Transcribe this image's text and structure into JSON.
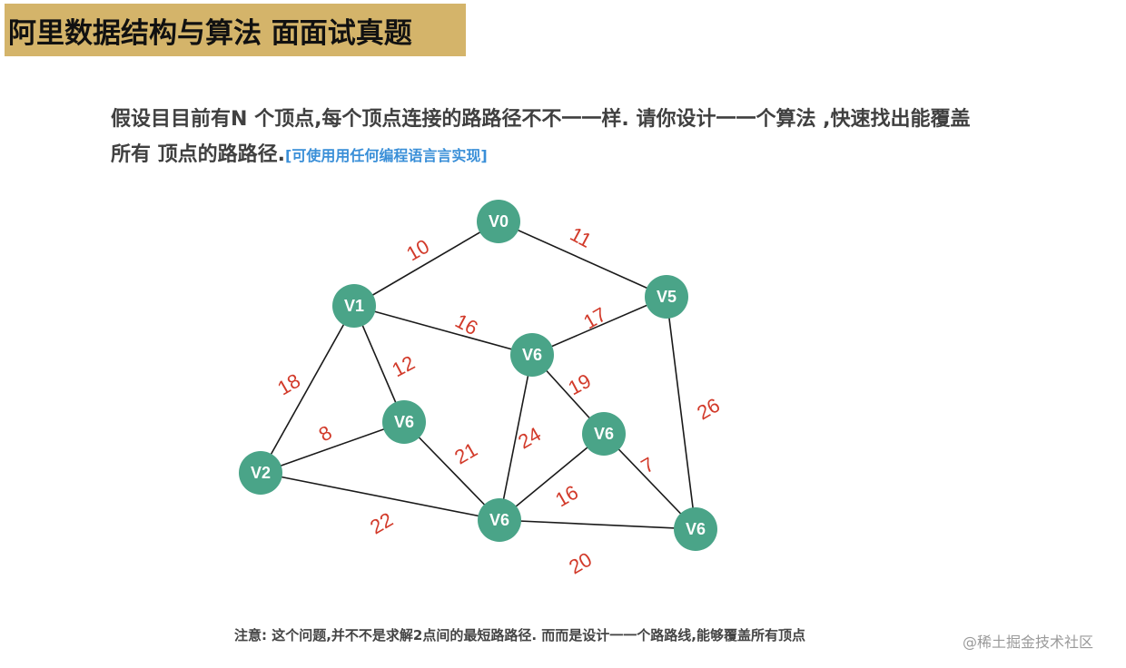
{
  "header": {
    "title": "阿里数据结构与算法 面面试真题"
  },
  "question": {
    "line1": "假设目目前有N 个顶点,每个顶点连接的路路径不不一一样. 请你设计一一个算法 ,快速找出能覆盖",
    "line2": "所有 顶点的路路径.",
    "line2_note": "[可使用用任何编程语言言实现]"
  },
  "graph": {
    "node_color": "#4aa488",
    "edge_color": "#1a1a1a",
    "weight_color": "#d23a2a",
    "nodes": [
      {
        "id": "n0",
        "label": "V0"
      },
      {
        "id": "n1",
        "label": "V1"
      },
      {
        "id": "n5",
        "label": "V5"
      },
      {
        "id": "n6a",
        "label": "V6"
      },
      {
        "id": "n6b",
        "label": "V6"
      },
      {
        "id": "n6c",
        "label": "V6"
      },
      {
        "id": "n2",
        "label": "V2"
      },
      {
        "id": "n6d",
        "label": "V6"
      },
      {
        "id": "n6e",
        "label": "V6"
      }
    ],
    "edges": [
      {
        "from": "n0",
        "to": "n1",
        "weight": "10"
      },
      {
        "from": "n0",
        "to": "n5",
        "weight": "11"
      },
      {
        "from": "n1",
        "to": "n6a",
        "weight": "16"
      },
      {
        "from": "n5",
        "to": "n6a",
        "weight": "17"
      },
      {
        "from": "n1",
        "to": "n6b",
        "weight": "12"
      },
      {
        "from": "n1",
        "to": "n2",
        "weight": "18"
      },
      {
        "from": "n6a",
        "to": "n6c",
        "weight": "19"
      },
      {
        "from": "n5",
        "to": "n6e",
        "weight": "26"
      },
      {
        "from": "n6a",
        "to": "n6d",
        "weight": "24"
      },
      {
        "from": "n2",
        "to": "n6b",
        "weight": "8"
      },
      {
        "from": "n6b",
        "to": "n6d",
        "weight": "21"
      },
      {
        "from": "n6c",
        "to": "n6e",
        "weight": "7"
      },
      {
        "from": "n6c",
        "to": "n6d",
        "weight": "16"
      },
      {
        "from": "n2",
        "to": "n6d",
        "weight": "22"
      },
      {
        "from": "n6d",
        "to": "n6e",
        "weight": "20"
      }
    ]
  },
  "footnote": "注意: 这个问题,并不不是求解2点间的最短路路径. 而而是设计一一个路路线,能够覆盖所有顶点",
  "watermark": "@稀土掘金技术社区"
}
